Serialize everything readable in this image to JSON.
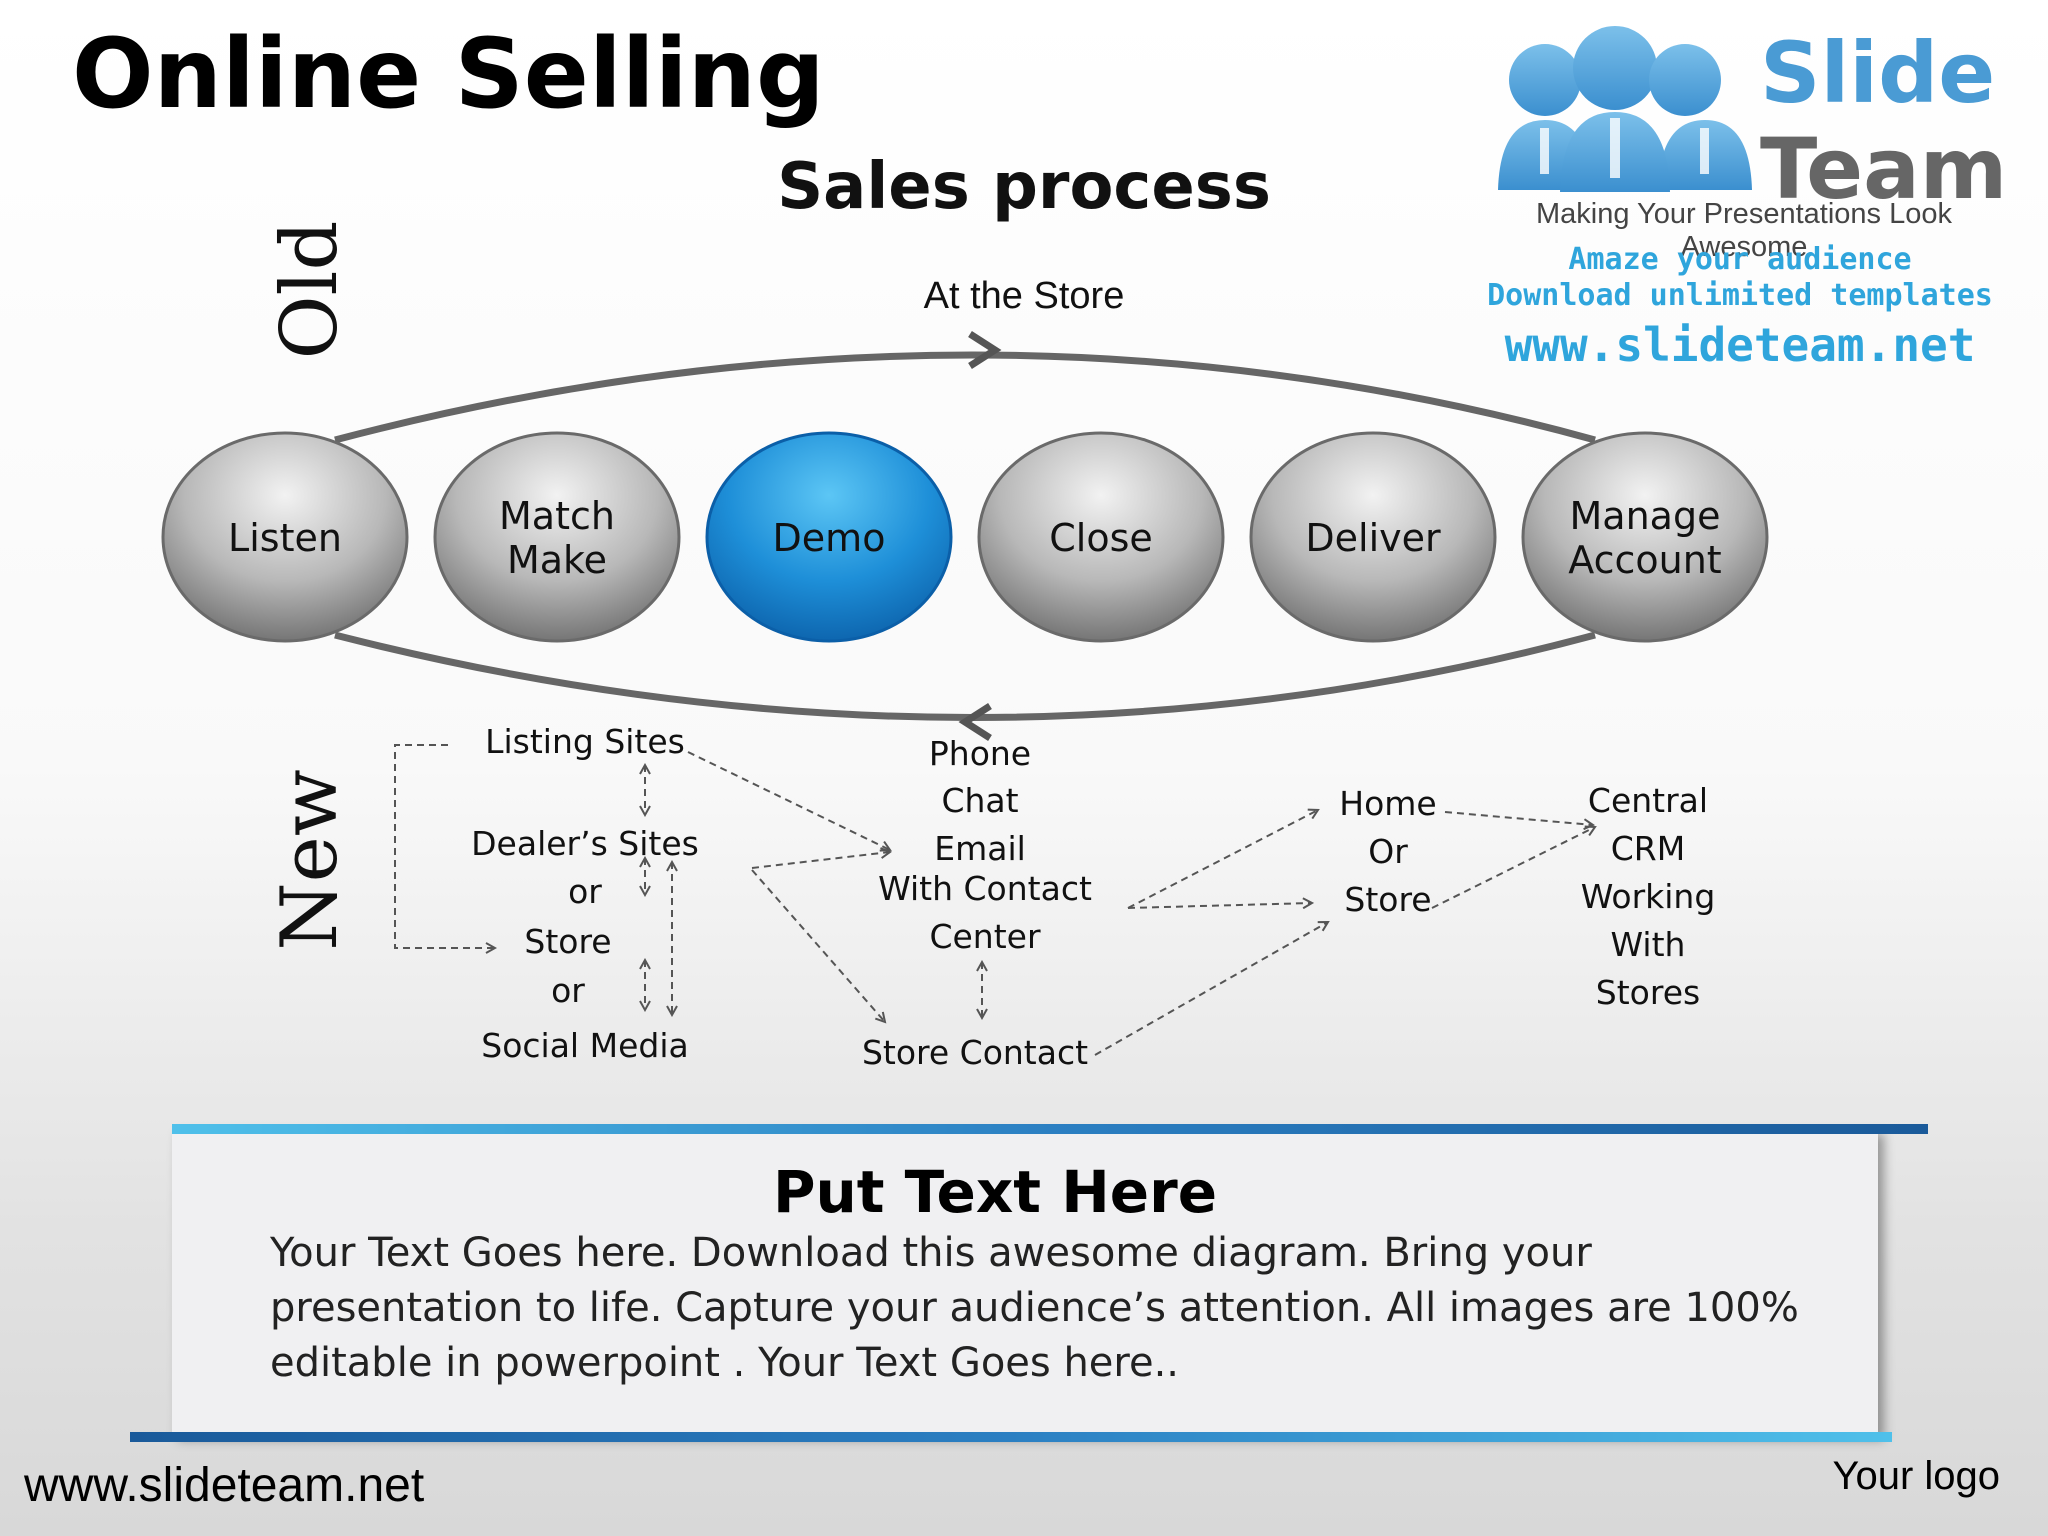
{
  "title": "Online Selling",
  "subtitle": "Sales process",
  "old_label": "Old",
  "new_label": "New",
  "cycle_label": "At the Store",
  "stages": [
    {
      "label": [
        "Listen"
      ],
      "highlighted": false
    },
    {
      "label": [
        "Match",
        "Make"
      ],
      "highlighted": false
    },
    {
      "label": [
        "Demo"
      ],
      "highlighted": true
    },
    {
      "label": [
        "Close"
      ],
      "highlighted": false
    },
    {
      "label": [
        "Deliver"
      ],
      "highlighted": false
    },
    {
      "label": [
        "Manage",
        "Account"
      ],
      "highlighted": false
    }
  ],
  "new_process": {
    "sources": [
      "Listing Sites",
      "Dealer’s Sites",
      "or",
      "Store",
      "or",
      "Social Media"
    ],
    "contact": [
      "Phone",
      "Chat",
      "Email",
      "With Contact",
      "Center"
    ],
    "store_contact": "Store Contact",
    "destination": [
      "Home",
      "Or",
      "Store"
    ],
    "crm": [
      "Central",
      "CRM",
      "Working",
      "With",
      "Stores"
    ]
  },
  "textbox": {
    "heading": "Put Text Here",
    "body": "Your Text Goes here. Download this awesome diagram. Bring your presentation to life. Capture your audience’s attention. All images are 100% editable in powerpoint . Your Text Goes here.."
  },
  "logo": {
    "brand_line1": "Slide",
    "brand_line2": "Team",
    "tagline": "Making Your Presentations Look Awesome",
    "promo": [
      "Amaze your audience",
      "Download unlimited templates",
      "www.slideteam.net"
    ]
  },
  "footer": {
    "url": "www.slideteam.net",
    "logo_placeholder": "Your logo"
  },
  "colors": {
    "highlight": "#1e8fd8",
    "node_gray": "#a0a0a0",
    "accent_blue": "#2fa5dc"
  }
}
